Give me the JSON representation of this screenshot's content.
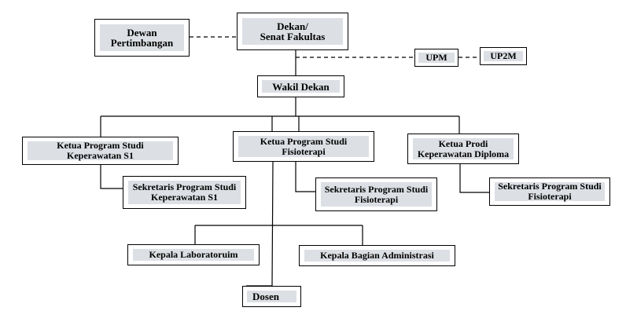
{
  "diagram": {
    "nodes": {
      "dewan": "Dewan\nPertimbangan",
      "dekan": "Dekan/\nSenat Fakultas",
      "upm": "UPM",
      "up2m": "UP2M",
      "wakil": "Wakil  Dekan",
      "kaprodi_s1": "Ketua Program Studi\nKeperawatan S1",
      "kaprodi_fisio": "Ketua Program Studi\nFisioterapi",
      "kaprodi_d3": "Ketua Prodi\nKeperawatan Diploma",
      "sekr_s1": "Sekretaris Program Studi\nKeperawatan S1",
      "sekr_fisio": "Sekretaris Program Studi\nFisioterapi",
      "sekr_d3": "Sekretaris Program Studi\nFisioterapi",
      "kalab": "Kepala Laboratoruim",
      "kabag": "Kepala Bagian Administrasi",
      "dosen": "Dosen"
    },
    "colors": {
      "box_fill": "#dcdfe4",
      "border": "#000000",
      "line": "#000000"
    }
  }
}
